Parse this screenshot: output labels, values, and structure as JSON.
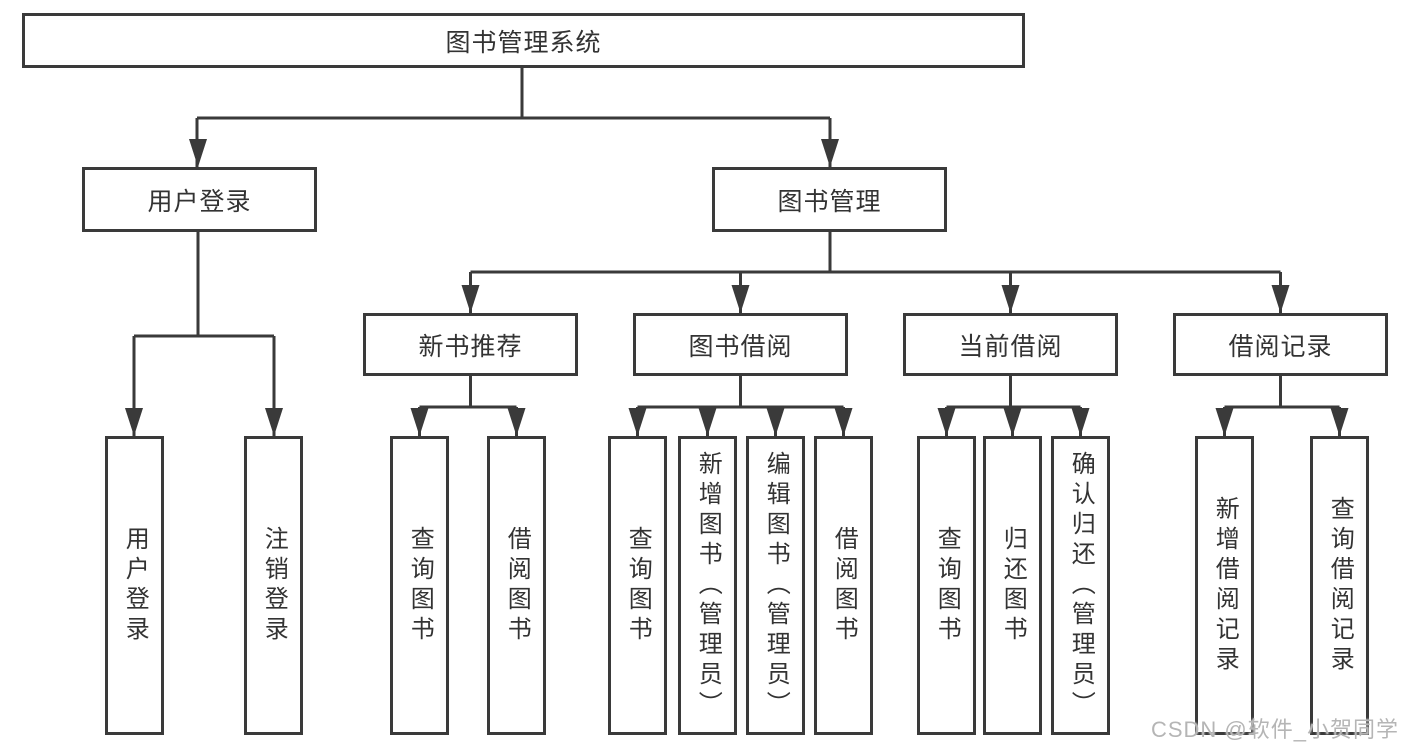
{
  "diagram": {
    "title": "图书管理系统",
    "root": {
      "label": "图书管理系统"
    },
    "branches": [
      {
        "label": "用户登录",
        "children": [
          {
            "label": "用户登录"
          },
          {
            "label": "注销登录"
          }
        ]
      },
      {
        "label": "图书管理",
        "children": [
          {
            "label": "新书推荐",
            "children": [
              {
                "label": "查询图书"
              },
              {
                "label": "借阅图书"
              }
            ]
          },
          {
            "label": "图书借阅",
            "children": [
              {
                "label": "查询图书"
              },
              {
                "label": "新增图书（管理员）"
              },
              {
                "label": "编辑图书（管理员）"
              },
              {
                "label": "借阅图书"
              }
            ]
          },
          {
            "label": "当前借阅",
            "children": [
              {
                "label": "查询图书"
              },
              {
                "label": "归还图书"
              },
              {
                "label": "确认归还（管理员）"
              }
            ]
          },
          {
            "label": "借阅记录",
            "children": [
              {
                "label": "新增借阅记录"
              },
              {
                "label": "查询借阅记录"
              }
            ]
          }
        ]
      }
    ]
  },
  "watermark": {
    "text": "CSDN @软件_小贺同学"
  },
  "colors": {
    "line": "#3a3a3a",
    "text": "#333333",
    "watermark": "#b5b5b5",
    "background": "#ffffff"
  }
}
